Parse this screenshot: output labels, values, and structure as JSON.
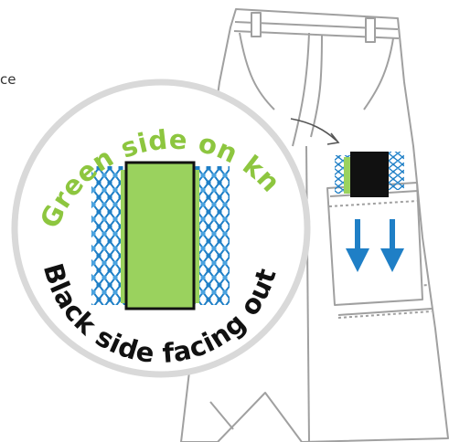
{
  "edge_text": "ce",
  "callout": {
    "top_text": "Green side on knee",
    "bottom_text": "Black side facing out"
  },
  "colors": {
    "green": "#8dc63f",
    "pad_green": "#9ad25e",
    "blue": "#1f7fc6",
    "blue_light": "#4aa3e0",
    "black": "#111111",
    "outline": "#a0a0a0",
    "circle_border": "#d9d9d9"
  },
  "icons": [
    "down-arrow-icon",
    "down-arrow-icon",
    "curved-arrow-icon"
  ]
}
